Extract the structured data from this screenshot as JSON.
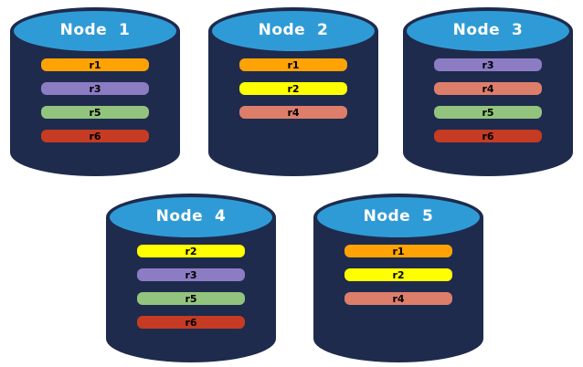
{
  "colors": {
    "page_bg": "#FFFFFF",
    "cylinder_body": "#1E2B4D",
    "cylinder_top": "#2F9BD6",
    "title_text": "#FFFFFF",
    "bar_text": "#000000",
    "replica_colors": {
      "r1": "#FFA305",
      "r2": "#FFFF00",
      "r3": "#8C7CC4",
      "r4": "#DD7E6B",
      "r5": "#93C47D",
      "r6": "#C63B23"
    }
  },
  "nodes": [
    {
      "label": "Node  1",
      "replicas": [
        "r1",
        "r3",
        "r5",
        "r6"
      ]
    },
    {
      "label": "Node  2",
      "replicas": [
        "r1",
        "r2",
        "r4"
      ]
    },
    {
      "label": "Node  3",
      "replicas": [
        "r3",
        "r4",
        "r5",
        "r6"
      ]
    },
    {
      "label": "Node  4",
      "replicas": [
        "r2",
        "r3",
        "r5",
        "r6"
      ]
    },
    {
      "label": "Node  5",
      "replicas": [
        "r1",
        "r2",
        "r4"
      ]
    }
  ]
}
